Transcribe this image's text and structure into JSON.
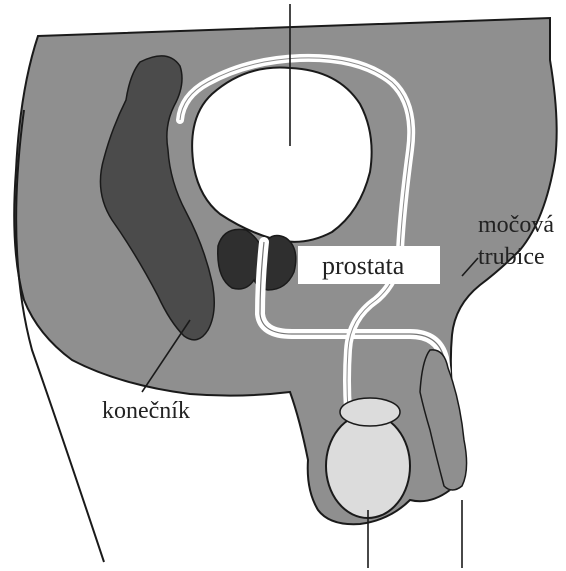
{
  "labels": {
    "prostate": "prostata",
    "urethra_line1": "močová",
    "urethra_line2": "trubice",
    "rectum": "konečník"
  },
  "colors": {
    "tissue": "#8f8f8f",
    "rectum": "#4b4b4b",
    "prostate": "#2f2f2f",
    "outline": "#1a1a1a",
    "testis": "#dcdcdc",
    "bladder": "#ffffff",
    "label_box": "#ffffff"
  },
  "icons": {
    "diagram": "anatomy-cross-section"
  }
}
